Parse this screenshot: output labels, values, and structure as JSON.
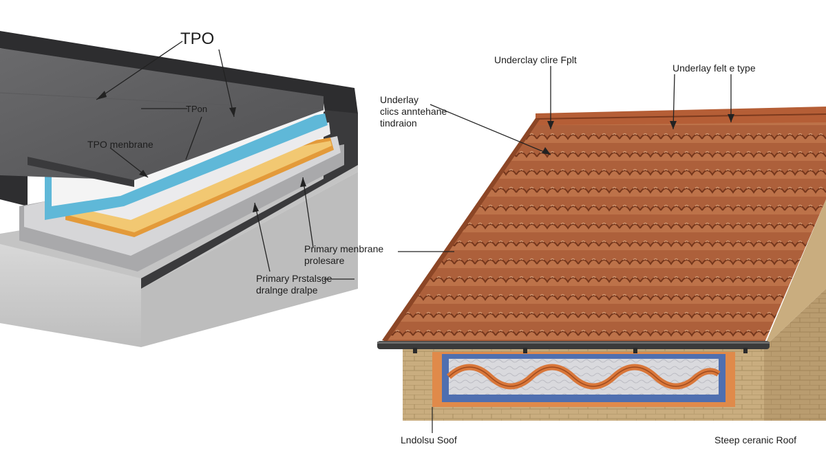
{
  "flat_roof": {
    "title": "TPO",
    "label_tpo": "TPon",
    "label_membrane": "TPO menbrane",
    "label_primary_membrane": [
      "Primary menbrane",
      "prolesare"
    ],
    "label_drainage": [
      "Primary Prstalsge",
      "dralnge dralpe"
    ],
    "caption": "Lndolsu Soof"
  },
  "pitched_roof": {
    "label_underlay_top": "Underclay clire Fplt",
    "label_underlay_felt": "Underlay felt e type",
    "label_underlay_membrane": [
      "Underlay",
      "clics anntehane",
      "tindraion"
    ],
    "caption": "Steep ceranic Roof"
  },
  "colors": {
    "tile": "#b8673f",
    "tile_dark": "#7c3a1e",
    "tile_light": "#d08a5e",
    "membrane_dark": "#4a4a4c",
    "insulation_blue": "#5fb8d8",
    "insulation_orange": "#e39a3a",
    "concrete": "#cfcfcf",
    "brick": "#c9ad7f",
    "gutter": "#3a3a3a",
    "underlay_blue": "#4f6fb0"
  }
}
